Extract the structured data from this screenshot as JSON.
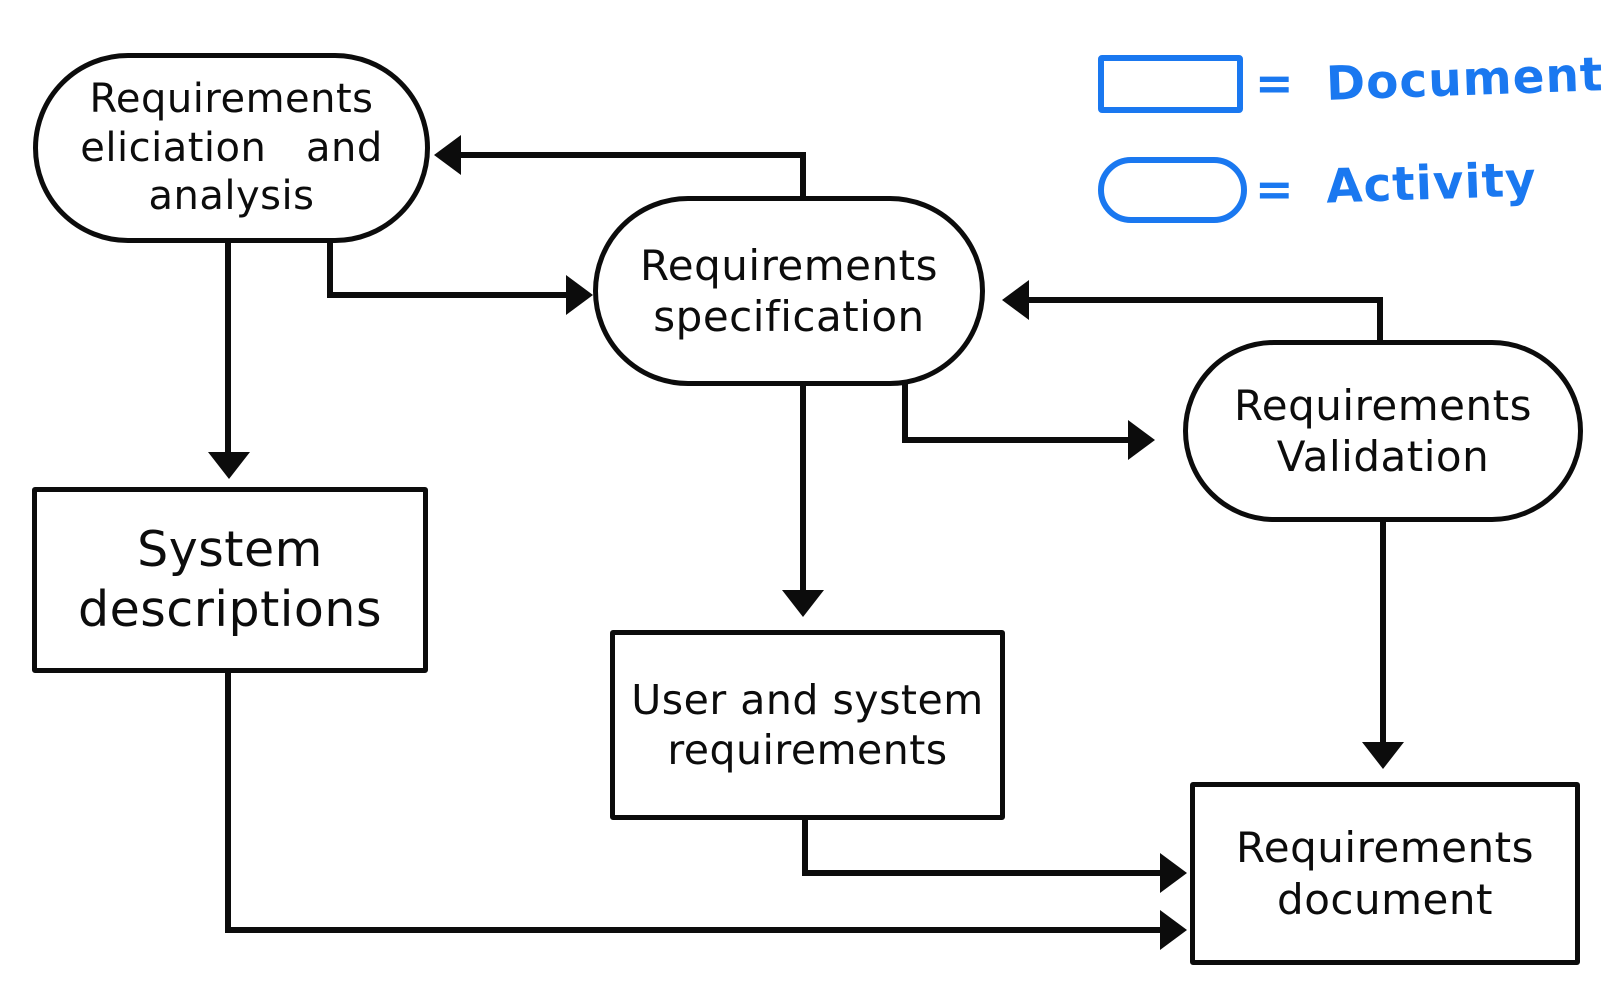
{
  "diagram": {
    "nodes": [
      {
        "id": "requirements-elicitation",
        "type": "activity",
        "label": "Requirements\neliciation   and\nanalysis"
      },
      {
        "id": "requirements-specification",
        "type": "activity",
        "label": "Requirements\nspecification"
      },
      {
        "id": "requirements-validation",
        "type": "activity",
        "label": "Requirements\nValidation"
      },
      {
        "id": "system-descriptions",
        "type": "document",
        "label": "System\ndescriptions"
      },
      {
        "id": "user-system-requirements",
        "type": "document",
        "label": "User and system\nrequirements"
      },
      {
        "id": "requirements-document",
        "type": "document",
        "label": "Requirements\ndocument"
      }
    ],
    "edges": [
      {
        "from": "requirements-specification",
        "to": "requirements-elicitation"
      },
      {
        "from": "requirements-elicitation",
        "to": "requirements-specification"
      },
      {
        "from": "requirements-elicitation",
        "to": "system-descriptions"
      },
      {
        "from": "requirements-specification",
        "to": "user-system-requirements"
      },
      {
        "from": "requirements-specification",
        "to": "requirements-validation"
      },
      {
        "from": "requirements-validation",
        "to": "requirements-specification"
      },
      {
        "from": "requirements-validation",
        "to": "requirements-document"
      },
      {
        "from": "user-system-requirements",
        "to": "requirements-document"
      },
      {
        "from": "system-descriptions",
        "to": "requirements-document"
      }
    ],
    "legend": {
      "equals": "=",
      "items": [
        {
          "shape": "rectangle",
          "label": "Document"
        },
        {
          "shape": "stadium",
          "label": "Activity"
        }
      ]
    },
    "colors": {
      "ink": "#0c0c0c",
      "background": "#ffffff",
      "legend_blue": "#1a78f0"
    }
  }
}
